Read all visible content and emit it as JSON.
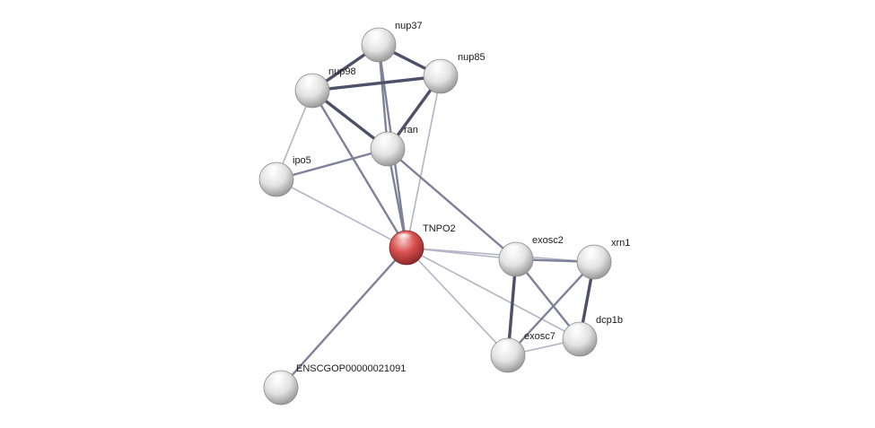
{
  "network": {
    "nodes": [
      {
        "id": "nup37",
        "label": "nup37",
        "kind": "neighbor"
      },
      {
        "id": "nup85",
        "label": "nup85",
        "kind": "neighbor"
      },
      {
        "id": "nup98",
        "label": "nup98",
        "kind": "neighbor"
      },
      {
        "id": "ran",
        "label": "ran",
        "kind": "neighbor"
      },
      {
        "id": "ipo5",
        "label": "ipo5",
        "kind": "neighbor"
      },
      {
        "id": "TNPO2",
        "label": "TNPO2",
        "kind": "query"
      },
      {
        "id": "exosc2",
        "label": "exosc2",
        "kind": "neighbor"
      },
      {
        "id": "xrn1",
        "label": "xrn1",
        "kind": "neighbor"
      },
      {
        "id": "dcp1b",
        "label": "dcp1b",
        "kind": "neighbor"
      },
      {
        "id": "exosc7",
        "label": "exosc7",
        "kind": "neighbor"
      },
      {
        "id": "ENSCGOP00000021091",
        "label": "ENSCGOP00000021091",
        "kind": "neighbor"
      }
    ],
    "edges": [
      {
        "from": "nup37",
        "to": "nup98",
        "strength": "strong"
      },
      {
        "from": "nup37",
        "to": "nup85",
        "strength": "strong"
      },
      {
        "from": "nup37",
        "to": "ran",
        "strength": "medium"
      },
      {
        "from": "nup37",
        "to": "TNPO2",
        "strength": "medium"
      },
      {
        "from": "nup98",
        "to": "nup85",
        "strength": "strong"
      },
      {
        "from": "nup98",
        "to": "ran",
        "strength": "strong"
      },
      {
        "from": "nup98",
        "to": "ipo5",
        "strength": "weak"
      },
      {
        "from": "nup98",
        "to": "TNPO2",
        "strength": "medium"
      },
      {
        "from": "nup85",
        "to": "ran",
        "strength": "strong"
      },
      {
        "from": "nup85",
        "to": "TNPO2",
        "strength": "weak"
      },
      {
        "from": "ran",
        "to": "ipo5",
        "strength": "medium"
      },
      {
        "from": "ran",
        "to": "TNPO2",
        "strength": "medium"
      },
      {
        "from": "ran",
        "to": "exosc2",
        "strength": "medium"
      },
      {
        "from": "ipo5",
        "to": "TNPO2",
        "strength": "weak"
      },
      {
        "from": "TNPO2",
        "to": "exosc2",
        "strength": "weak"
      },
      {
        "from": "TNPO2",
        "to": "xrn1",
        "strength": "weak"
      },
      {
        "from": "TNPO2",
        "to": "dcp1b",
        "strength": "weak"
      },
      {
        "from": "TNPO2",
        "to": "exosc7",
        "strength": "weak"
      },
      {
        "from": "TNPO2",
        "to": "ENSCGOP00000021091",
        "strength": "medium"
      },
      {
        "from": "exosc2",
        "to": "xrn1",
        "strength": "medium"
      },
      {
        "from": "exosc2",
        "to": "exosc7",
        "strength": "strong"
      },
      {
        "from": "exosc2",
        "to": "dcp1b",
        "strength": "medium"
      },
      {
        "from": "xrn1",
        "to": "dcp1b",
        "strength": "strong"
      },
      {
        "from": "xrn1",
        "to": "exosc7",
        "strength": "medium"
      },
      {
        "from": "exosc7",
        "to": "dcp1b",
        "strength": "weak"
      }
    ],
    "colors": {
      "query_node": "#d9504f",
      "neighbor_node": "#d8d8d8",
      "edge_strong": "#4c5068",
      "edge_medium": "#7d8199",
      "edge_weak": "#b3b5c6"
    }
  }
}
